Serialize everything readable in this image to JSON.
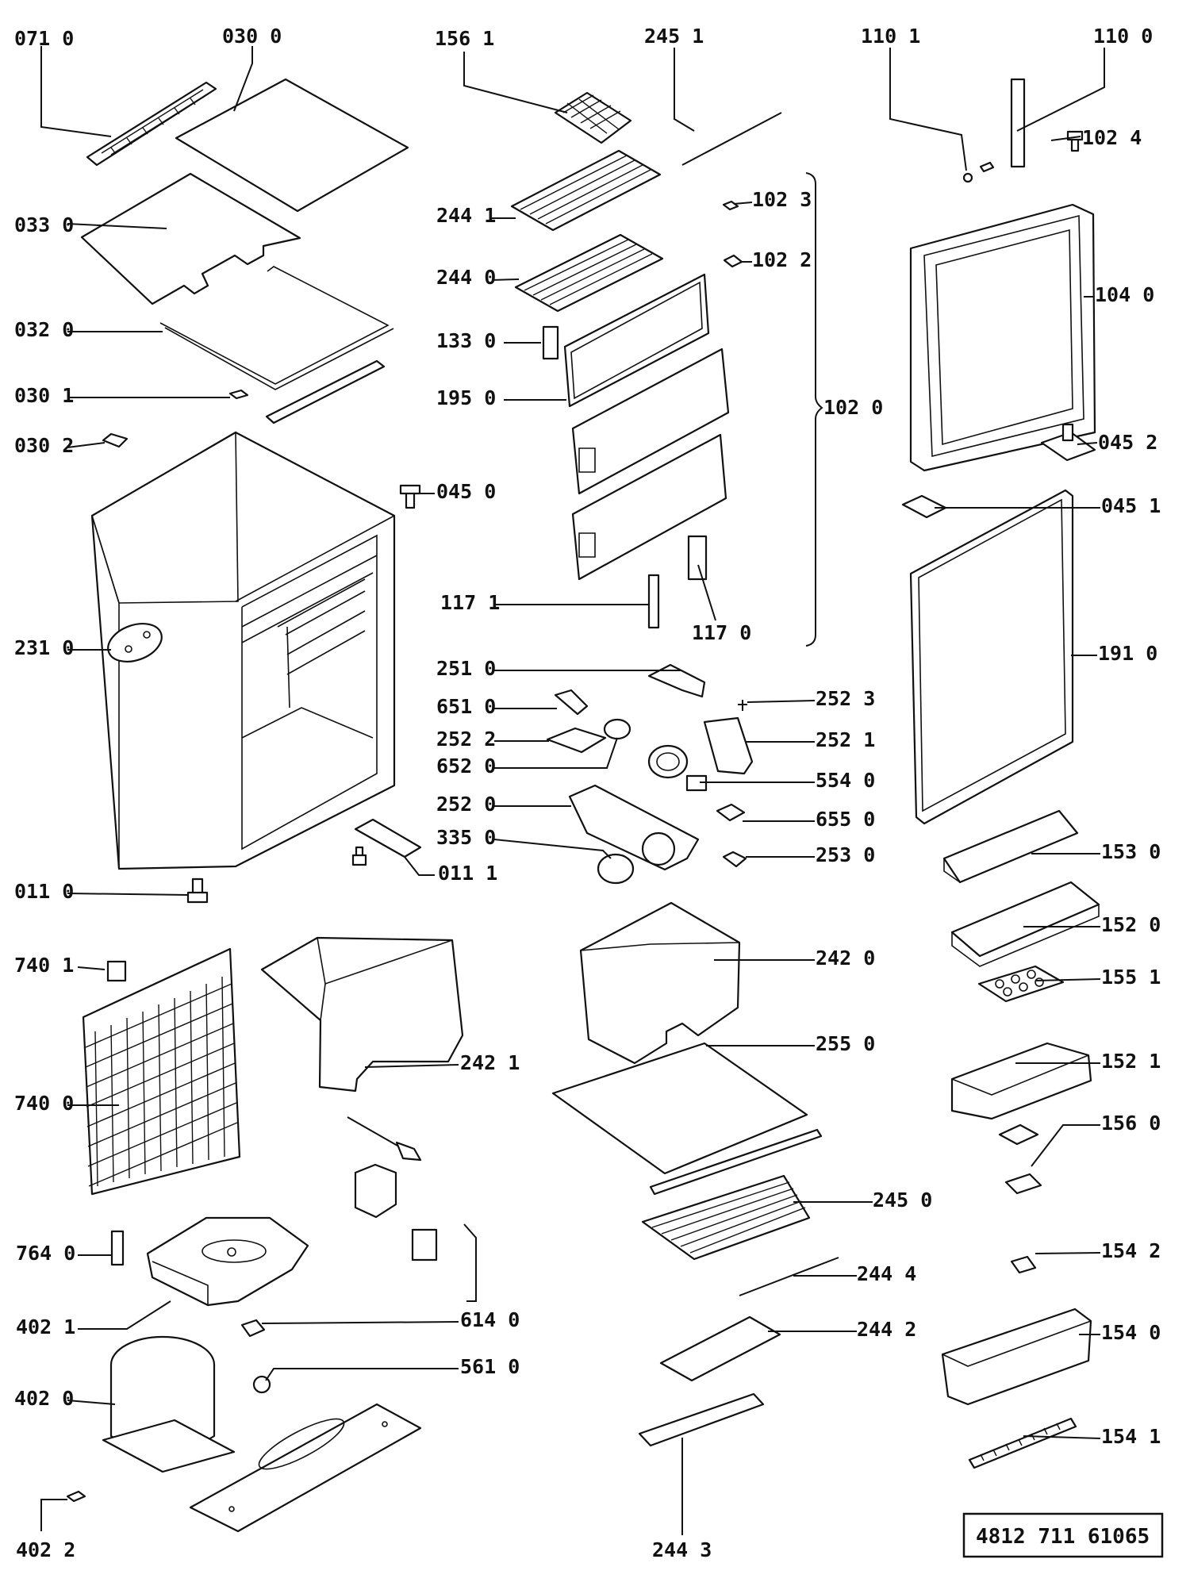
{
  "diagram": {
    "labels": [
      {
        "id": "071-0",
        "text": "071  0"
      },
      {
        "id": "030-0",
        "text": "030  0"
      },
      {
        "id": "156-1",
        "text": "156 1"
      },
      {
        "id": "245-1",
        "text": "245 1"
      },
      {
        "id": "110-1",
        "text": "110 1"
      },
      {
        "id": "110-0",
        "text": "110  0"
      },
      {
        "id": "102-4",
        "text": "102  4"
      },
      {
        "id": "102-3",
        "text": "102 3"
      },
      {
        "id": "244-1",
        "text": "244 1"
      },
      {
        "id": "033-0",
        "text": "033 0"
      },
      {
        "id": "244-0",
        "text": "244  0"
      },
      {
        "id": "102-2",
        "text": "102  2"
      },
      {
        "id": "104-0",
        "text": "104 0"
      },
      {
        "id": "032-0",
        "text": "032 0"
      },
      {
        "id": "133-0",
        "text": "133  0"
      },
      {
        "id": "030-1",
        "text": "030 1"
      },
      {
        "id": "195-0",
        "text": "195  0"
      },
      {
        "id": "102-0",
        "text": "102 0"
      },
      {
        "id": "030-2",
        "text": "030 2"
      },
      {
        "id": "045-2",
        "text": "045 2"
      },
      {
        "id": "045-0",
        "text": "045 0"
      },
      {
        "id": "045-1",
        "text": "045 1"
      },
      {
        "id": "117-1",
        "text": "117  1"
      },
      {
        "id": "117-0",
        "text": "117  0"
      },
      {
        "id": "231-0",
        "text": "231 0"
      },
      {
        "id": "191-0",
        "text": "191  0"
      },
      {
        "id": "251-0",
        "text": "251  0"
      },
      {
        "id": "252-3",
        "text": "252 3"
      },
      {
        "id": "651-0",
        "text": "651  0"
      },
      {
        "id": "252-2",
        "text": "252 2"
      },
      {
        "id": "252-1",
        "text": "252 1"
      },
      {
        "id": "652-0",
        "text": "652 0"
      },
      {
        "id": "554-0",
        "text": "554  0"
      },
      {
        "id": "252-0",
        "text": "252  0"
      },
      {
        "id": "655-0",
        "text": "655  0"
      },
      {
        "id": "335-0",
        "text": "335  0"
      },
      {
        "id": "253-0",
        "text": "253  0"
      },
      {
        "id": "153-0",
        "text": "153  0"
      },
      {
        "id": "011-1",
        "text": "011  1"
      },
      {
        "id": "011-0",
        "text": "011  0"
      },
      {
        "id": "152-0",
        "text": "152  0"
      },
      {
        "id": "242-0",
        "text": "242 0"
      },
      {
        "id": "740-1",
        "text": "740  1"
      },
      {
        "id": "155-1",
        "text": "155 1"
      },
      {
        "id": "242-1",
        "text": "242 1"
      },
      {
        "id": "255-0",
        "text": "255 0"
      },
      {
        "id": "152-1",
        "text": "152 1"
      },
      {
        "id": "740-0",
        "text": "740 0"
      },
      {
        "id": "156-0",
        "text": "156 0"
      },
      {
        "id": "245-0",
        "text": "245 0"
      },
      {
        "id": "764-0",
        "text": "764 0"
      },
      {
        "id": "244-4",
        "text": "244  4"
      },
      {
        "id": "154-2",
        "text": "154 2"
      },
      {
        "id": "402-1",
        "text": "402 1"
      },
      {
        "id": "614-0",
        "text": "614  0"
      },
      {
        "id": "244-2",
        "text": "244 2"
      },
      {
        "id": "154-0",
        "text": "154  0"
      },
      {
        "id": "561-0",
        "text": "561  0"
      },
      {
        "id": "402-0",
        "text": "402 0"
      },
      {
        "id": "154-1",
        "text": "154 1"
      },
      {
        "id": "402-2",
        "text": "402 2"
      },
      {
        "id": "244-3",
        "text": "244 3"
      }
    ],
    "document_number": "4812  711 61065"
  }
}
